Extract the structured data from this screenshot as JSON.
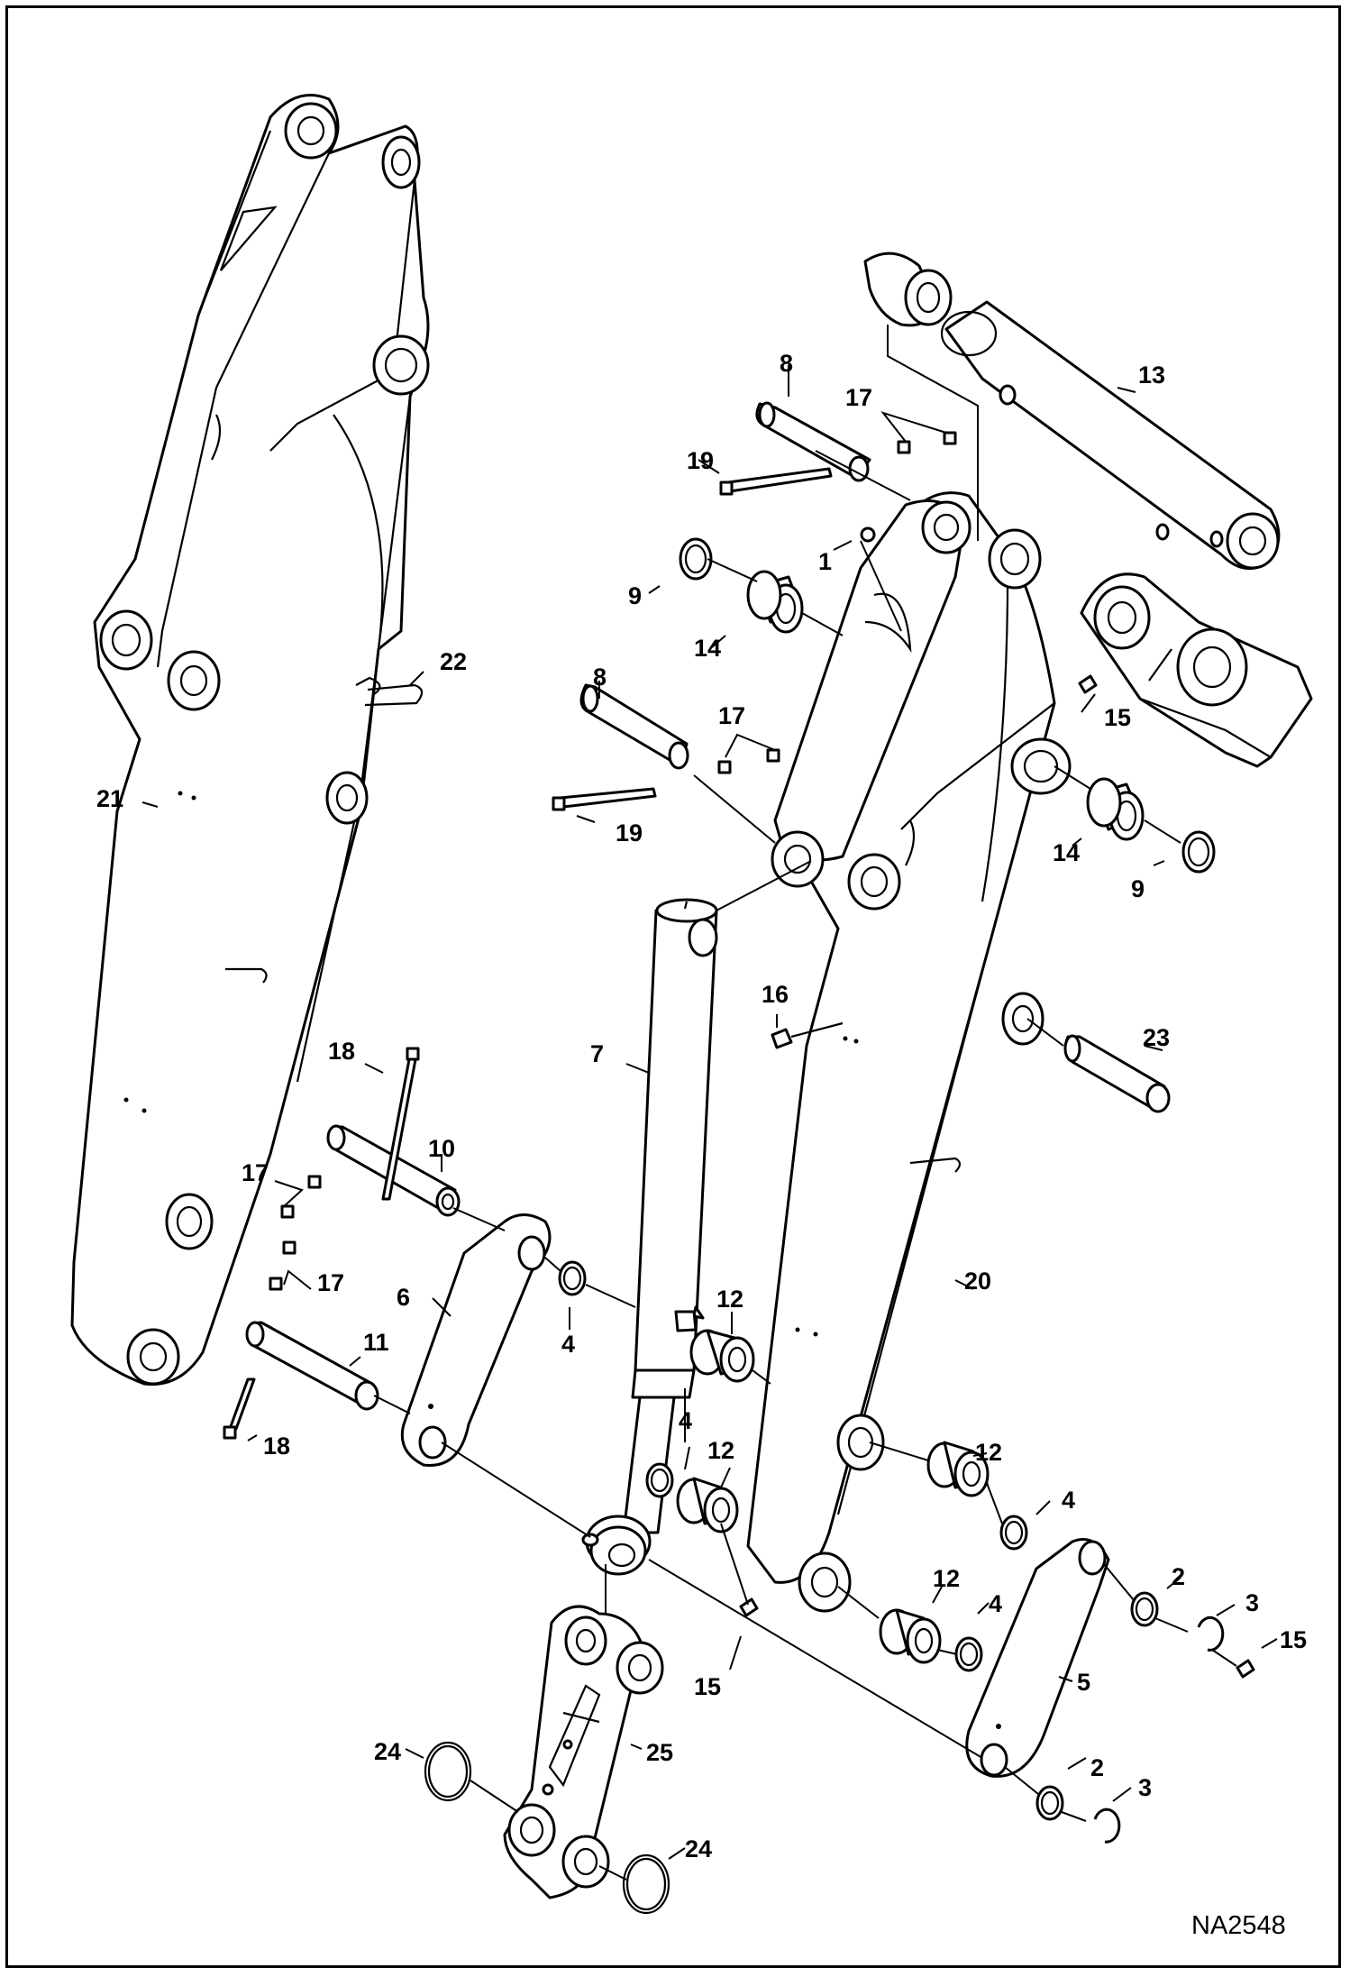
{
  "diagram_code": "NA2548",
  "callouts": [
    {
      "id": "c1",
      "label": "1"
    },
    {
      "id": "c2a",
      "label": "2"
    },
    {
      "id": "c2b",
      "label": "2"
    },
    {
      "id": "c3a",
      "label": "3"
    },
    {
      "id": "c3b",
      "label": "3"
    },
    {
      "id": "c4a",
      "label": "4"
    },
    {
      "id": "c4b",
      "label": "4"
    },
    {
      "id": "c4c",
      "label": "4"
    },
    {
      "id": "c4d",
      "label": "4"
    },
    {
      "id": "c5",
      "label": "5"
    },
    {
      "id": "c6",
      "label": "6"
    },
    {
      "id": "c7",
      "label": "7"
    },
    {
      "id": "c8a",
      "label": "8"
    },
    {
      "id": "c8b",
      "label": "8"
    },
    {
      "id": "c9a",
      "label": "9"
    },
    {
      "id": "c9b",
      "label": "9"
    },
    {
      "id": "c10",
      "label": "10"
    },
    {
      "id": "c11",
      "label": "11"
    },
    {
      "id": "c12a",
      "label": "12"
    },
    {
      "id": "c12b",
      "label": "12"
    },
    {
      "id": "c12c",
      "label": "12"
    },
    {
      "id": "c12d",
      "label": "12"
    },
    {
      "id": "c13",
      "label": "13"
    },
    {
      "id": "c14a",
      "label": "14"
    },
    {
      "id": "c14b",
      "label": "14"
    },
    {
      "id": "c15a",
      "label": "15"
    },
    {
      "id": "c15b",
      "label": "15"
    },
    {
      "id": "c15c",
      "label": "15"
    },
    {
      "id": "c16",
      "label": "16"
    },
    {
      "id": "c17a",
      "label": "17"
    },
    {
      "id": "c17b",
      "label": "17"
    },
    {
      "id": "c17c",
      "label": "17"
    },
    {
      "id": "c17d",
      "label": "17"
    },
    {
      "id": "c18a",
      "label": "18"
    },
    {
      "id": "c18b",
      "label": "18"
    },
    {
      "id": "c19a",
      "label": "19"
    },
    {
      "id": "c19b",
      "label": "19"
    },
    {
      "id": "c20",
      "label": "20"
    },
    {
      "id": "c21",
      "label": "21"
    },
    {
      "id": "c22",
      "label": "22"
    },
    {
      "id": "c23",
      "label": "23"
    },
    {
      "id": "c24a",
      "label": "24"
    },
    {
      "id": "c24b",
      "label": "24"
    },
    {
      "id": "c25",
      "label": "25"
    }
  ]
}
